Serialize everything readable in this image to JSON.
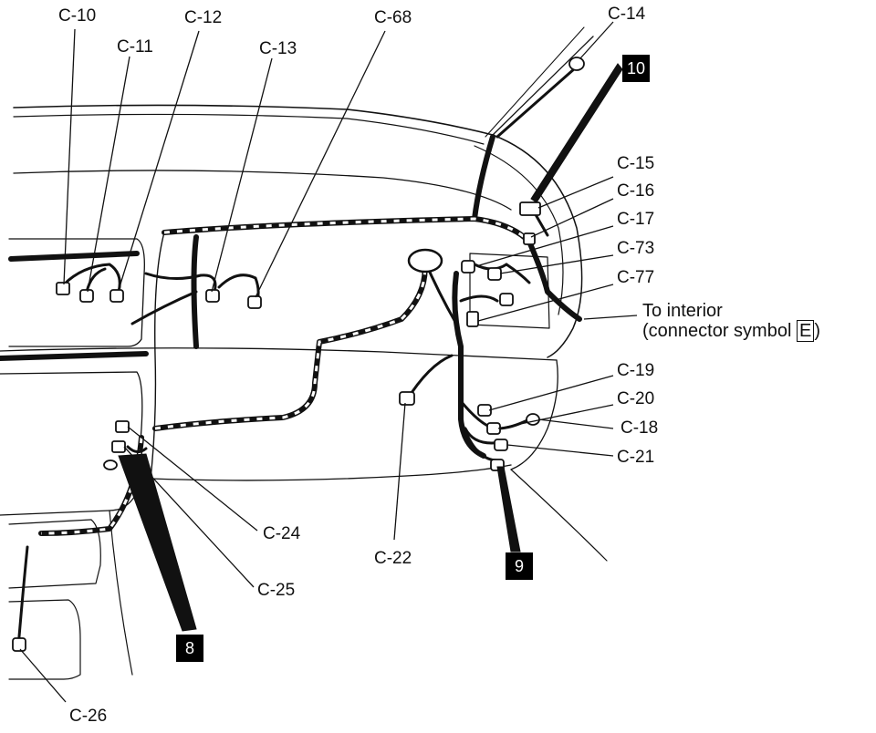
{
  "connectors": {
    "c10": "C-10",
    "c11": "C-11",
    "c12": "C-12",
    "c13": "C-13",
    "c68": "C-68",
    "c14": "C-14",
    "c15": "C-15",
    "c16": "C-16",
    "c17": "C-17",
    "c73": "C-73",
    "c77": "C-77",
    "c19": "C-19",
    "c20": "C-20",
    "c18": "C-18",
    "c21": "C-21",
    "c22": "C-22",
    "c24": "C-24",
    "c25": "C-25",
    "c26": "C-26"
  },
  "badges": {
    "b10": "10",
    "b9": "9",
    "b8": "8"
  },
  "note": {
    "line1": "To interior",
    "line2_prefix": "(connector symbol ",
    "line2_symbol": "E",
    "line2_suffix": ")"
  },
  "colors": {
    "ink": "#111111",
    "background": "#ffffff"
  }
}
